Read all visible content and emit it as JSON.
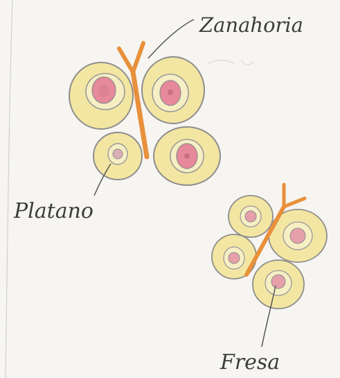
{
  "labels": {
    "top_right": "Zanahoria",
    "left": "Platano",
    "bottom_right": "Fresa"
  },
  "colors": {
    "paper": "#f6f5f1",
    "pencil": "#8d8d8d",
    "banana_yellow": "#f3e6a2",
    "strawberry_pink": "#e6899a",
    "strawberry_center": "#c9707f",
    "carrot_orange": "#e8903c"
  },
  "butterflies_count": 2
}
